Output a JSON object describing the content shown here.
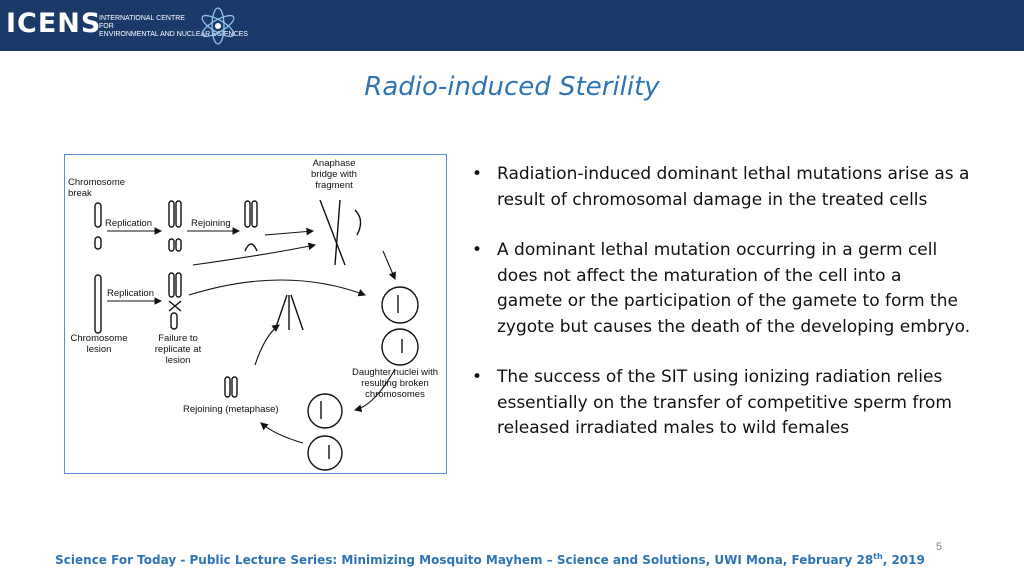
{
  "header": {
    "logo_text": "ICENS",
    "logo_subtitle": [
      "INTERNATIONAL CENTRE",
      "FOR",
      "ENVIRONMENTAL AND NUCLEAR SCIENCES"
    ],
    "bar_color": "#1a3a6a",
    "logo_icon": "atom-icon"
  },
  "slide": {
    "title": "Radio-induced Sterility",
    "title_color": "#2f74b5",
    "number": "5"
  },
  "figure": {
    "labels": {
      "chromosome_break": "Chromosome break",
      "replication_top": "Replication",
      "rejoining_top": "Rejoining",
      "anaphase": "Anaphase bridge with fragment",
      "replication_mid": "Replication",
      "chromosome_lesion": "Chromosome lesion",
      "failure": "Failure to replicate at lesion",
      "daughter": "Daughter nuclei with resulting broken chromosomes",
      "rejoining_meta": "Rejoining  (metaphase)"
    },
    "border_color": "#5b8fd1"
  },
  "bullets": [
    "Radiation-induced dominant lethal mutations arise as a result of chromosomal damage in the treated cells",
    "A dominant lethal mutation occurring in a germ cell does not affect the maturation of the cell into a gamete or the participation of the gamete to form the zygote but causes the death of the developing embryo.",
    "The success of the SIT using ionizing radiation relies essentially on the transfer of competitive sperm from released irradiated males to wild females"
  ],
  "bullet_symbol": "•",
  "footer": {
    "text": "Science For Today - Public Lecture Series: Minimizing Mosquito Mayhem – Science and Solutions, UWI Mona, February 28",
    "superscript": "th",
    "suffix": ", 2019",
    "color": "#2f74b5"
  }
}
